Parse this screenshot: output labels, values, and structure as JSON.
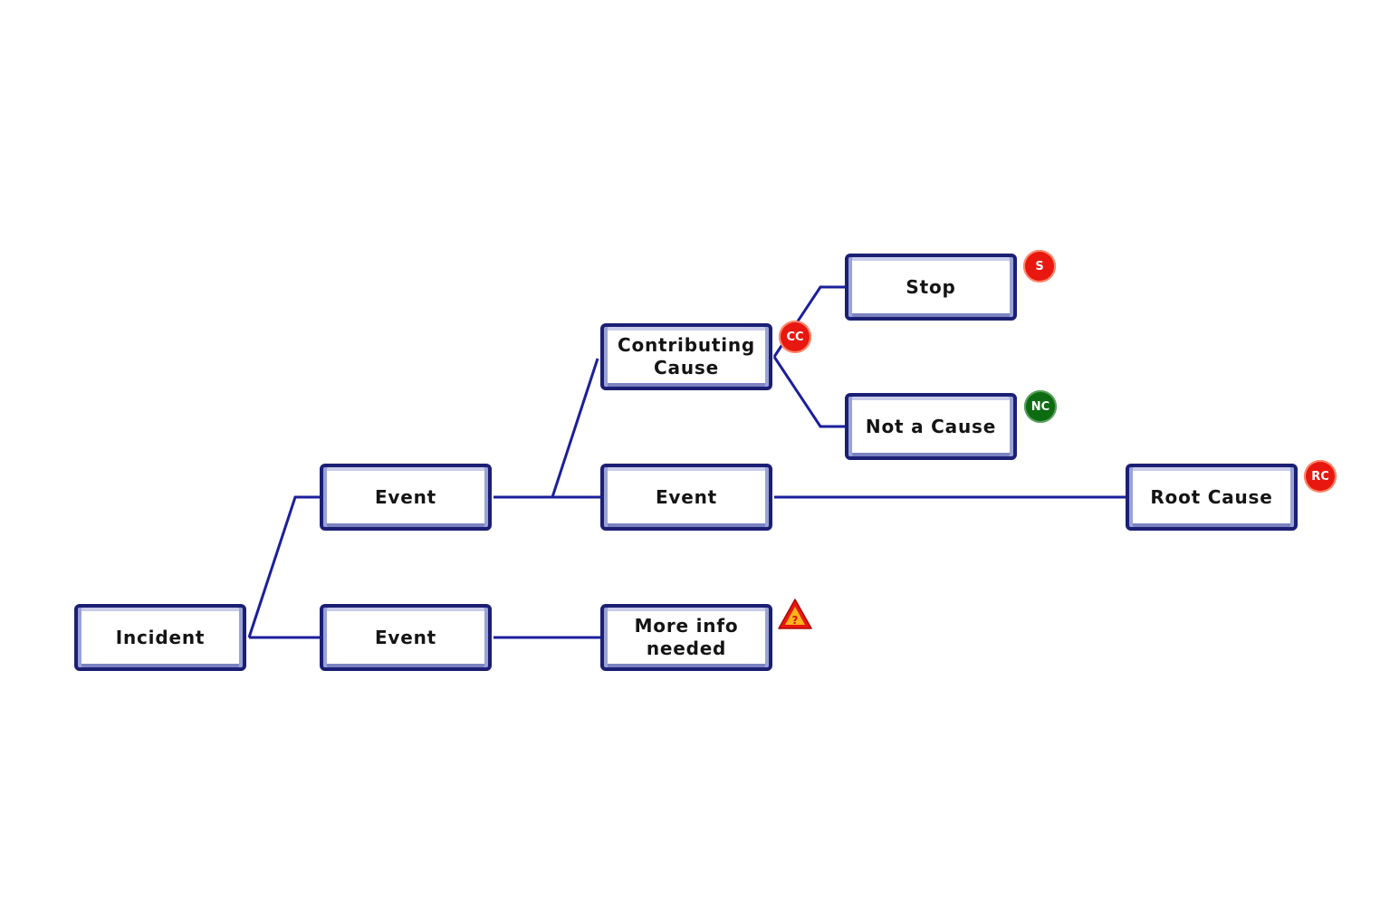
{
  "nodes": {
    "incident": "Incident",
    "event_top": "Event",
    "event_bottom": "Event",
    "contributing_cause": "Contributing\nCause",
    "event_middle": "Event",
    "more_info": "More info\nneeded",
    "stop": "Stop",
    "not_a_cause": "Not a Cause",
    "root_cause": "Root Cause"
  },
  "badges": {
    "contributing_cause": {
      "label": "CC",
      "color": "#e8170f"
    },
    "stop": {
      "label": "S",
      "color": "#e8170f"
    },
    "not_a_cause": {
      "label": "NC",
      "color": "#0d6b12"
    },
    "root_cause": {
      "label": "RC",
      "color": "#e8170f"
    },
    "more_info": {
      "label": "?",
      "color": "#e8170f",
      "shape": "warning-triangle"
    }
  },
  "colors": {
    "node_border": "#1b1f74",
    "connector": "#1b1f9c"
  }
}
